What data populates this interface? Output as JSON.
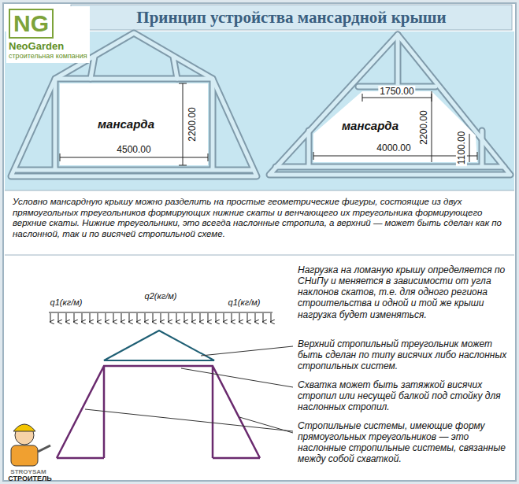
{
  "diagram": {
    "title": "Принцип устройства мансардной крыши",
    "nodes": [
      {
        "text": [
          "NG",
          "NeoGarden",
          "строительная компания"
        ]
      }
    ],
    "labels": [
      "мансарда",
      "4500.00",
      "2200.00",
      "1750.00",
      "мансарда",
      "2200.00",
      "4000.00",
      "1100.00",
      "Условно мансардную крышу можно разделить на простые геометрические фигуры, состоящие из двух прямоугольных треугольников формирующих нижние скаты и венчающего их треугольника формирующего верхние скаты. Нижние треугольники, это всегда наслонные стропила, а верхний — может быть сделан как по наслонной, так и по висячей стропильной схеме.",
      "q1(кг/м)",
      "q2(кг/м)",
      "q1(кг/м)",
      "Нагрузка на ломаную крышу определяется по СНиПу и меняется в зависимости от угла наклонов скатов, т.е. для одного региона строительства и одной и той же крыши нагрузка будет изменяться.",
      "Верхний стропильный треугольник может быть сделан по типу висячих либо наслонных стропильных систем.",
      "Схватка может быть затяжкой висячих стропил или несущей балкой под стойку для наслонных стропил.",
      "Стропильные системы, имеющие форму прямоугольных треугольников — это наслонные стропильные системы, связанные между собой схваткой.",
      "STROYSAM",
      "СТРОИТЕЛЬ"
    ]
  }
}
